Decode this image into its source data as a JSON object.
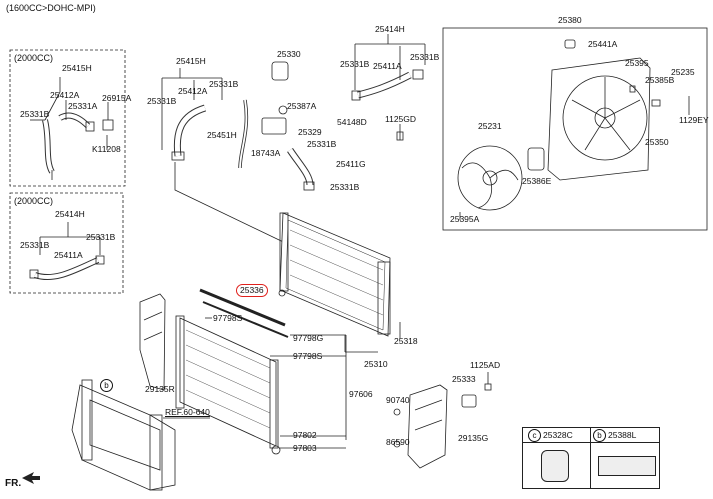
{
  "header": {
    "engine_spec": "(1600CC>DOHC-MPI)"
  },
  "boxes": {
    "box1_title": "(2000CC)",
    "box2_title": "(2000CC)"
  },
  "labels": {
    "b1_25415H": "25415H",
    "b1_25412A": "25412A",
    "b1_26915A": "26915A",
    "b1_25331A": "25331A",
    "b1_25331B": "25331B",
    "b1_K11208": "K11208",
    "b2_25414H": "25414H",
    "b2_25331B_l": "25331B",
    "b2_25331B_r": "25331B",
    "b2_25411A": "25411A",
    "m_25415H": "25415H",
    "m_25412A": "25412A",
    "m_25331B_l": "25331B",
    "m_25331B_r": "25331B",
    "m_25330": "25330",
    "m_25387A": "25387A",
    "m_25451H": "25451H",
    "m_25329": "25329",
    "m_54148D": "54148D",
    "m_18743A": "18743A",
    "m_25331B_c": "25331B",
    "m_25411G": "25411G",
    "m_25331B_b": "25331B",
    "m_25414H": "25414H",
    "m_25331B_t1": "25331B",
    "m_25411A": "25411A",
    "m_25331B_t2": "25331B",
    "m_1125GD": "1125GD",
    "f_25380": "25380",
    "f_25441A": "25441A",
    "f_25395": "25395",
    "f_25385B": "25385B",
    "f_25235": "25235",
    "f_1129EY": "1129EY",
    "f_25231": "25231",
    "f_25350": "25350",
    "f_25386E": "25386E",
    "f_25395A": "25395A",
    "r_25336": "25336",
    "r_97798S_a": "97798S",
    "r_97798G": "97798G",
    "r_97798S_b": "97798S",
    "r_25310": "25310",
    "r_25318": "25318",
    "r_29135R": "29135R",
    "r_97606": "97606",
    "r_REF": "REF.60-640",
    "r_97802": "97802",
    "r_97803": "97803",
    "r_1125AD": "1125AD",
    "r_25333": "25333",
    "r_90740": "90740",
    "r_86590": "86590",
    "r_29135G": "29135G"
  },
  "legend": {
    "c_code": "25328C",
    "b_code": "25388L",
    "c": "c",
    "b": "b"
  },
  "callout_b": "b",
  "front_marker": "FR."
}
